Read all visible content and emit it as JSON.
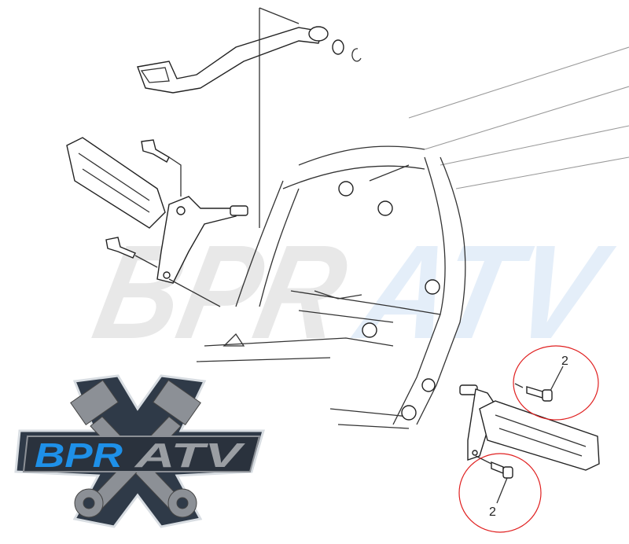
{
  "watermark": {
    "text_left": "BPR",
    "text_right": "ATV",
    "color_left": "#e6e6e6",
    "color_right": "#e3eef9"
  },
  "logo": {
    "text_left": "BPR",
    "text_right": "ATV",
    "color_left": "#1e90e8",
    "color_right": "#9a9ea3",
    "badge_color": "#2f3a48",
    "piston_color": "#8c9096"
  },
  "callouts": [
    {
      "label": "2",
      "part": "upper-footpeg-bolt"
    },
    {
      "label": "2",
      "part": "lower-footpeg-bolt"
    }
  ],
  "highlight_color": "#e02020"
}
